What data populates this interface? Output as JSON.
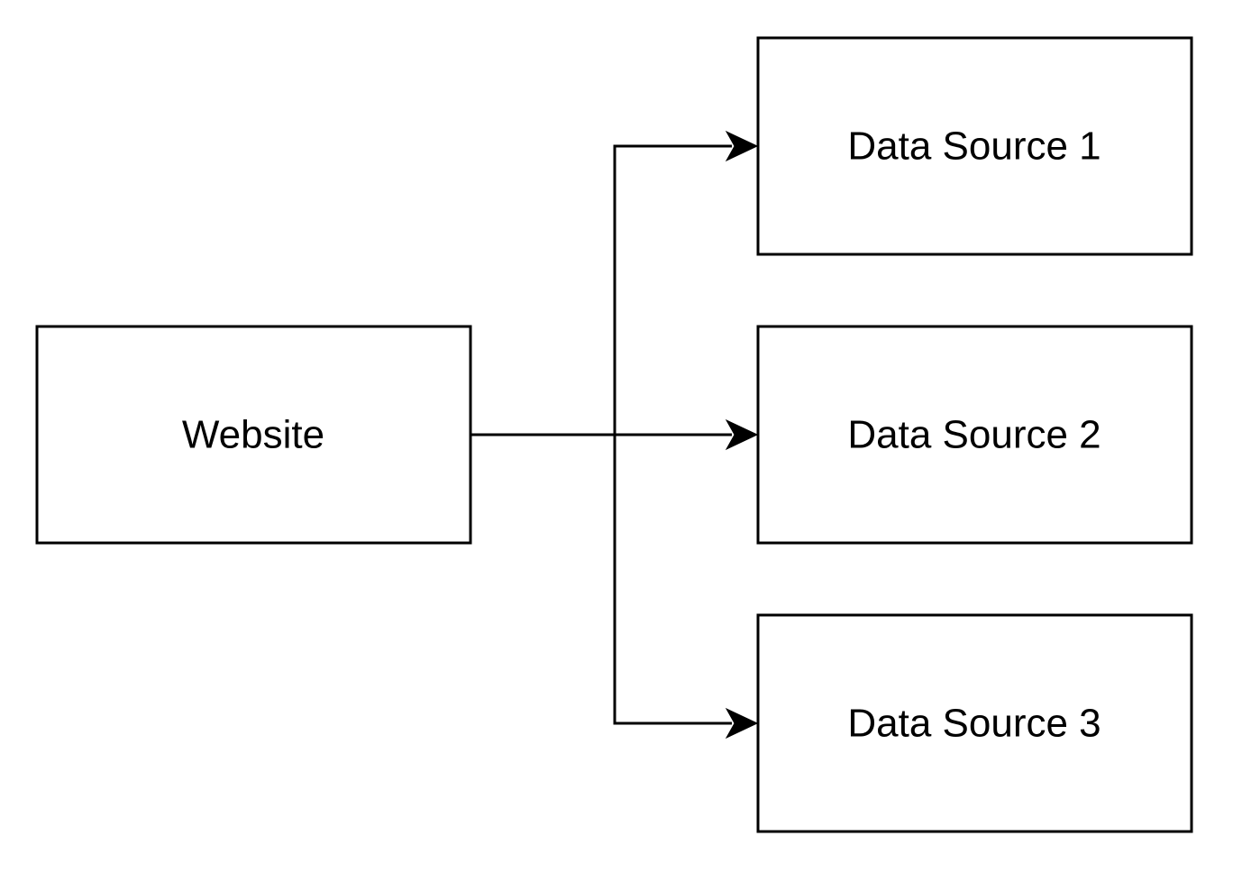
{
  "nodes": {
    "website": {
      "label": "Website"
    },
    "data_source_1": {
      "label": "Data Source 1"
    },
    "data_source_2": {
      "label": "Data Source 2"
    },
    "data_source_3": {
      "label": "Data Source 3"
    }
  },
  "edges": [
    {
      "from": "website",
      "to": "data_source_1"
    },
    {
      "from": "website",
      "to": "data_source_2"
    },
    {
      "from": "website",
      "to": "data_source_3"
    }
  ],
  "colors": {
    "stroke": "#000000",
    "background": "#ffffff",
    "text": "#000000"
  }
}
